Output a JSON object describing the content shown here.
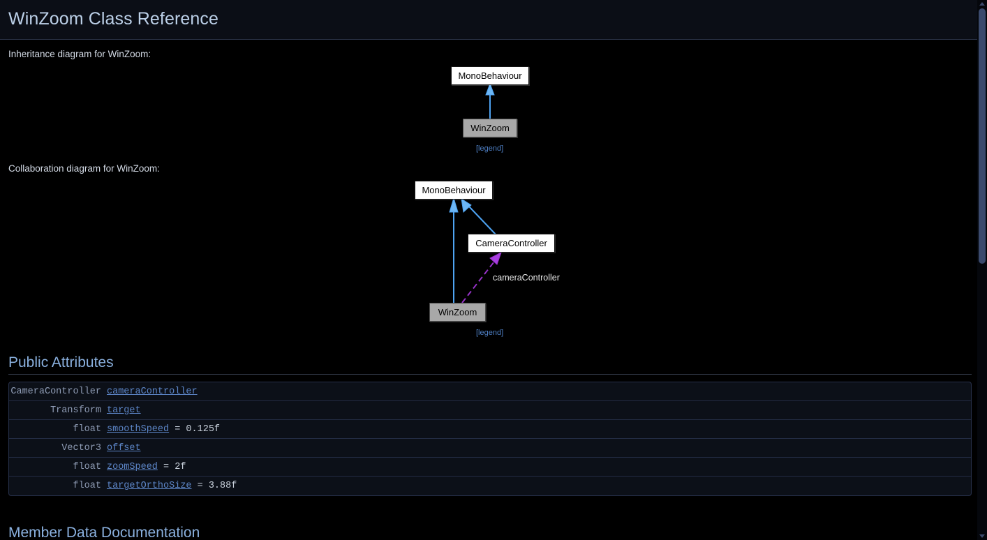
{
  "header": {
    "title": "WinZoom Class Reference"
  },
  "body": {
    "inheritance_intro": "Inheritance diagram for WinZoom:",
    "collaboration_intro": "Collaboration diagram for WinZoom:",
    "legend_label": "[legend]"
  },
  "inheritance_diagram": {
    "nodes": [
      {
        "label": "MonoBehaviour",
        "type": "base"
      },
      {
        "label": "WinZoom",
        "type": "self"
      }
    ],
    "edges": [
      {
        "from": "WinZoom",
        "to": "MonoBehaviour",
        "style": "inheritance",
        "color": "#4ea3f2"
      }
    ]
  },
  "collaboration_diagram": {
    "nodes": [
      {
        "label": "MonoBehaviour",
        "type": "base"
      },
      {
        "label": "CameraController",
        "type": "base"
      },
      {
        "label": "WinZoom",
        "type": "self"
      }
    ],
    "edges": [
      {
        "from": "WinZoom",
        "to": "MonoBehaviour",
        "style": "inheritance",
        "color": "#4ea3f2"
      },
      {
        "from": "CameraController",
        "to": "MonoBehaviour",
        "style": "inheritance",
        "color": "#4ea3f2"
      },
      {
        "from": "WinZoom",
        "to": "CameraController",
        "style": "usage",
        "color": "#9933cc",
        "label": "cameraController"
      }
    ]
  },
  "sections": {
    "public_attributes_heading": "Public Attributes",
    "member_data_heading": "Member Data Documentation"
  },
  "public_attributes": [
    {
      "type": "CameraController",
      "name": "cameraController",
      "value": ""
    },
    {
      "type": "Transform",
      "name": "target",
      "value": ""
    },
    {
      "type": "float",
      "name": "smoothSpeed",
      "value": " = 0.125f"
    },
    {
      "type": "Vector3",
      "name": "offset",
      "value": ""
    },
    {
      "type": "float",
      "name": "zoomSpeed",
      "value": " = 2f"
    },
    {
      "type": "float",
      "name": "targetOrthoSize",
      "value": " = 3.88f"
    }
  ],
  "colors": {
    "page_background": "#000000",
    "header_background": "#0b0e16",
    "title_text": "#bcd0e8",
    "heading_text": "#8ab0de",
    "link": "#5d86c8",
    "table_background": "#0c1018",
    "inherit_arrow": "#4ea3f2",
    "usage_arrow": "#9933cc",
    "scrollbar_thumb": "#3b4a6d"
  }
}
